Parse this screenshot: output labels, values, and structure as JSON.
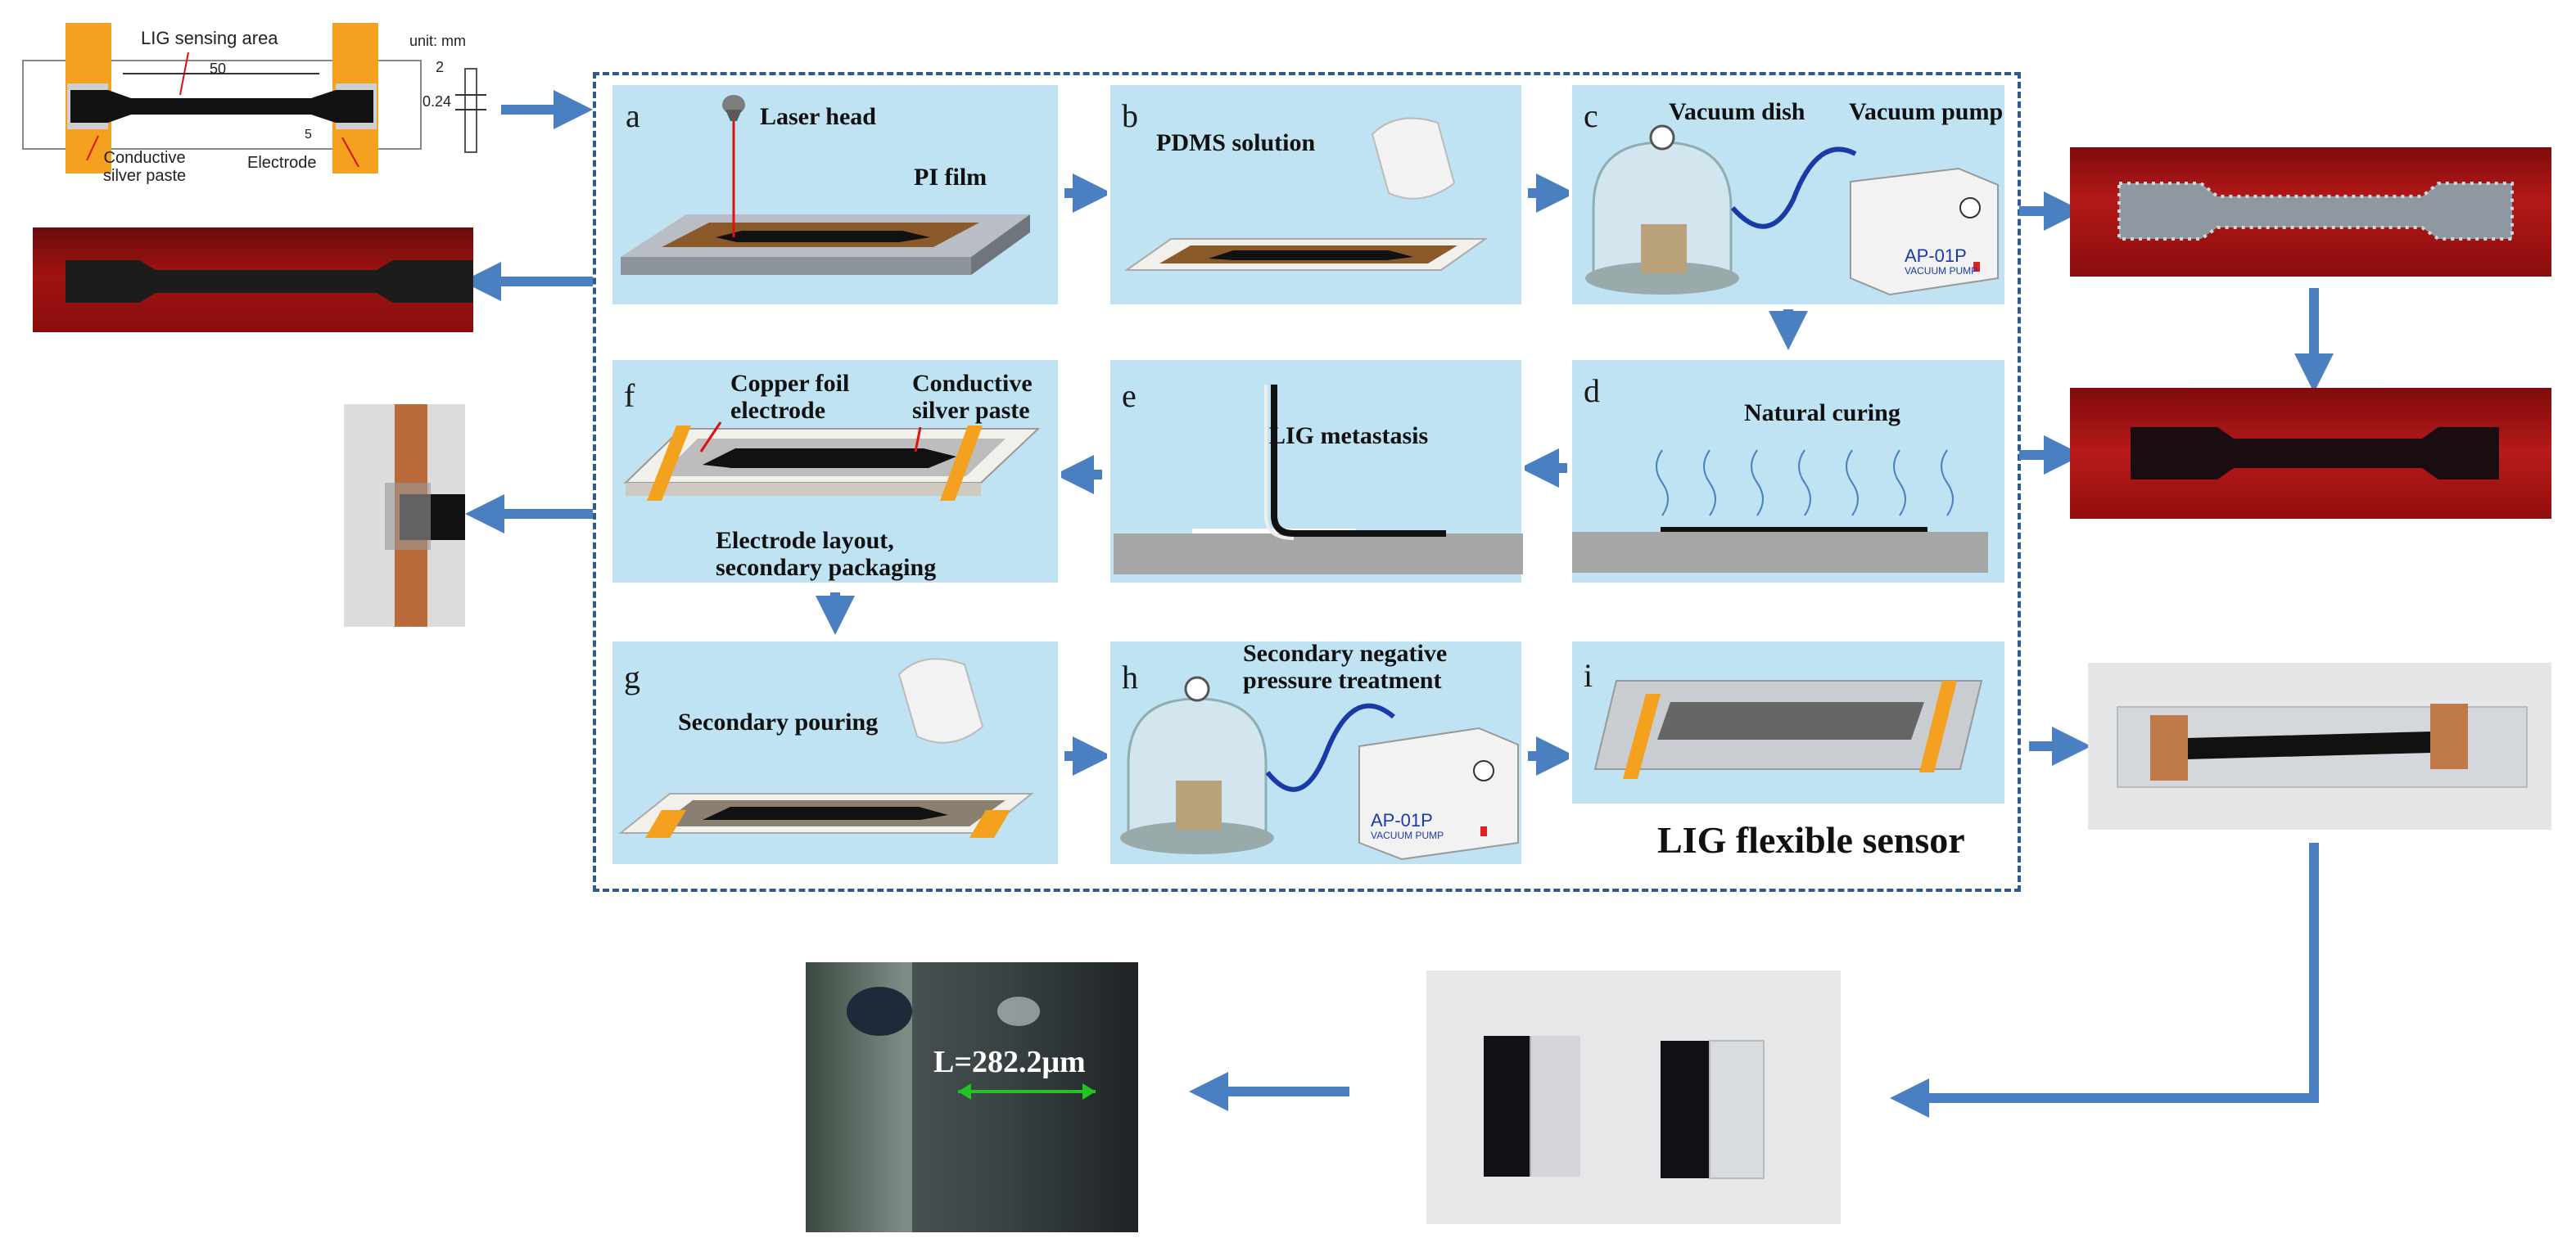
{
  "schematic": {
    "sensing_area": "LIG sensing area",
    "dim_50": "50",
    "dim_5": "5",
    "unit": "unit: mm",
    "dim_2": "2",
    "dim_024": "0.24",
    "silver_paste": "Conductive\nsilver paste",
    "electrode": "Electrode"
  },
  "panels": {
    "a": {
      "letter": "a",
      "texts": [
        "Laser head",
        "PI film"
      ]
    },
    "b": {
      "letter": "b",
      "texts": [
        "PDMS solution"
      ]
    },
    "c": {
      "letter": "c",
      "texts": [
        "Vacuum dish",
        "Vacuum pump",
        "AP-01P",
        "VACUUM PUMP"
      ]
    },
    "d": {
      "letter": "d",
      "texts": [
        "Natural curing"
      ]
    },
    "e": {
      "letter": "e",
      "texts": [
        "LIG metastasis"
      ]
    },
    "f": {
      "letter": "f",
      "texts": [
        "Copper foil\nelectrode",
        "Conductive\nsilver paste",
        "Electrode layout,\nsecondary packaging"
      ]
    },
    "g": {
      "letter": "g",
      "texts": [
        "Secondary pouring"
      ]
    },
    "h": {
      "letter": "h",
      "texts": [
        "Secondary negative\npressure treatment",
        "AP-01P",
        "VACUUM PUMP"
      ]
    },
    "i": {
      "letter": "i",
      "texts": []
    }
  },
  "final_label": "LIG flexible sensor",
  "measurement": "L=282.2μm",
  "colors": {
    "panel_bg": "#bfe3f2",
    "arrow": "#4a7fc1",
    "frame": "#2f5a8f",
    "orange": "#f4a11f",
    "pdms_red": "#a01010"
  }
}
